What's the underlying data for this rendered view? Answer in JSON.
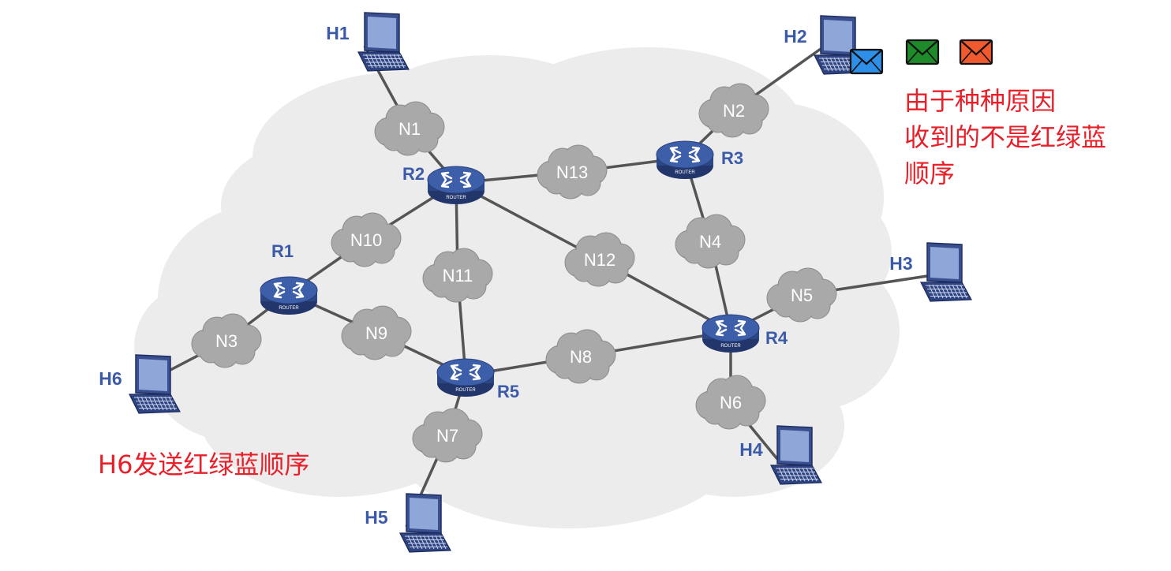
{
  "colors": {
    "cloud": "#ececec",
    "cloud_small": "#a9a9a9",
    "link": "#555555",
    "router": "#3d5ea8",
    "label": "#3b5aa8",
    "annotation": "#e8202a",
    "mail_blue": "#2e8fe8",
    "mail_green": "#1f8a2a",
    "mail_red": "#f05a2e"
  },
  "hosts": [
    {
      "id": "H1",
      "label": "H1"
    },
    {
      "id": "H2",
      "label": "H2"
    },
    {
      "id": "H3",
      "label": "H3"
    },
    {
      "id": "H4",
      "label": "H4"
    },
    {
      "id": "H5",
      "label": "H5"
    },
    {
      "id": "H6",
      "label": "H6"
    }
  ],
  "routers": [
    {
      "id": "R1",
      "label": "R1",
      "badge": "ROUTER"
    },
    {
      "id": "R2",
      "label": "R2",
      "badge": "ROUTER"
    },
    {
      "id": "R3",
      "label": "R3",
      "badge": "ROUTER"
    },
    {
      "id": "R4",
      "label": "R4",
      "badge": "ROUTER"
    },
    {
      "id": "R5",
      "label": "R5",
      "badge": "ROUTER"
    }
  ],
  "networks": [
    {
      "id": "N1",
      "label": "N1"
    },
    {
      "id": "N2",
      "label": "N2"
    },
    {
      "id": "N3",
      "label": "N3"
    },
    {
      "id": "N4",
      "label": "N4"
    },
    {
      "id": "N5",
      "label": "N5"
    },
    {
      "id": "N6",
      "label": "N6"
    },
    {
      "id": "N7",
      "label": "N7"
    },
    {
      "id": "N8",
      "label": "N8"
    },
    {
      "id": "N9",
      "label": "N9"
    },
    {
      "id": "N10",
      "label": "N10"
    },
    {
      "id": "N11",
      "label": "N11"
    },
    {
      "id": "N12",
      "label": "N12"
    },
    {
      "id": "N13",
      "label": "N13"
    }
  ],
  "links": [
    [
      "H1",
      "N1"
    ],
    [
      "N1",
      "R2"
    ],
    [
      "R2",
      "N13"
    ],
    [
      "N13",
      "R3"
    ],
    [
      "R3",
      "N2"
    ],
    [
      "N2",
      "H2"
    ],
    [
      "R3",
      "N4"
    ],
    [
      "N4",
      "R4"
    ],
    [
      "R2",
      "N10"
    ],
    [
      "N10",
      "R1"
    ],
    [
      "R2",
      "N11"
    ],
    [
      "N11",
      "R5"
    ],
    [
      "R2",
      "N12"
    ],
    [
      "N12",
      "R4"
    ],
    [
      "R1",
      "N3"
    ],
    [
      "N3",
      "H6"
    ],
    [
      "R1",
      "N9"
    ],
    [
      "N9",
      "R5"
    ],
    [
      "R5",
      "N8"
    ],
    [
      "N8",
      "R4"
    ],
    [
      "R5",
      "N7"
    ],
    [
      "N7",
      "H5"
    ],
    [
      "R4",
      "N5"
    ],
    [
      "N5",
      "H3"
    ],
    [
      "R4",
      "N6"
    ],
    [
      "N6",
      "H4"
    ]
  ],
  "messages": [
    {
      "name": "blue-mail-icon",
      "color": "#2e8fe8"
    },
    {
      "name": "green-mail-icon",
      "color": "#1f8a2a"
    },
    {
      "name": "red-mail-icon",
      "color": "#f05a2e"
    }
  ],
  "annotations": {
    "received_lines": [
      "由于种种原因",
      "收到的不是红绿蓝",
      "顺序"
    ],
    "sent": "H6发送红绿蓝顺序"
  }
}
